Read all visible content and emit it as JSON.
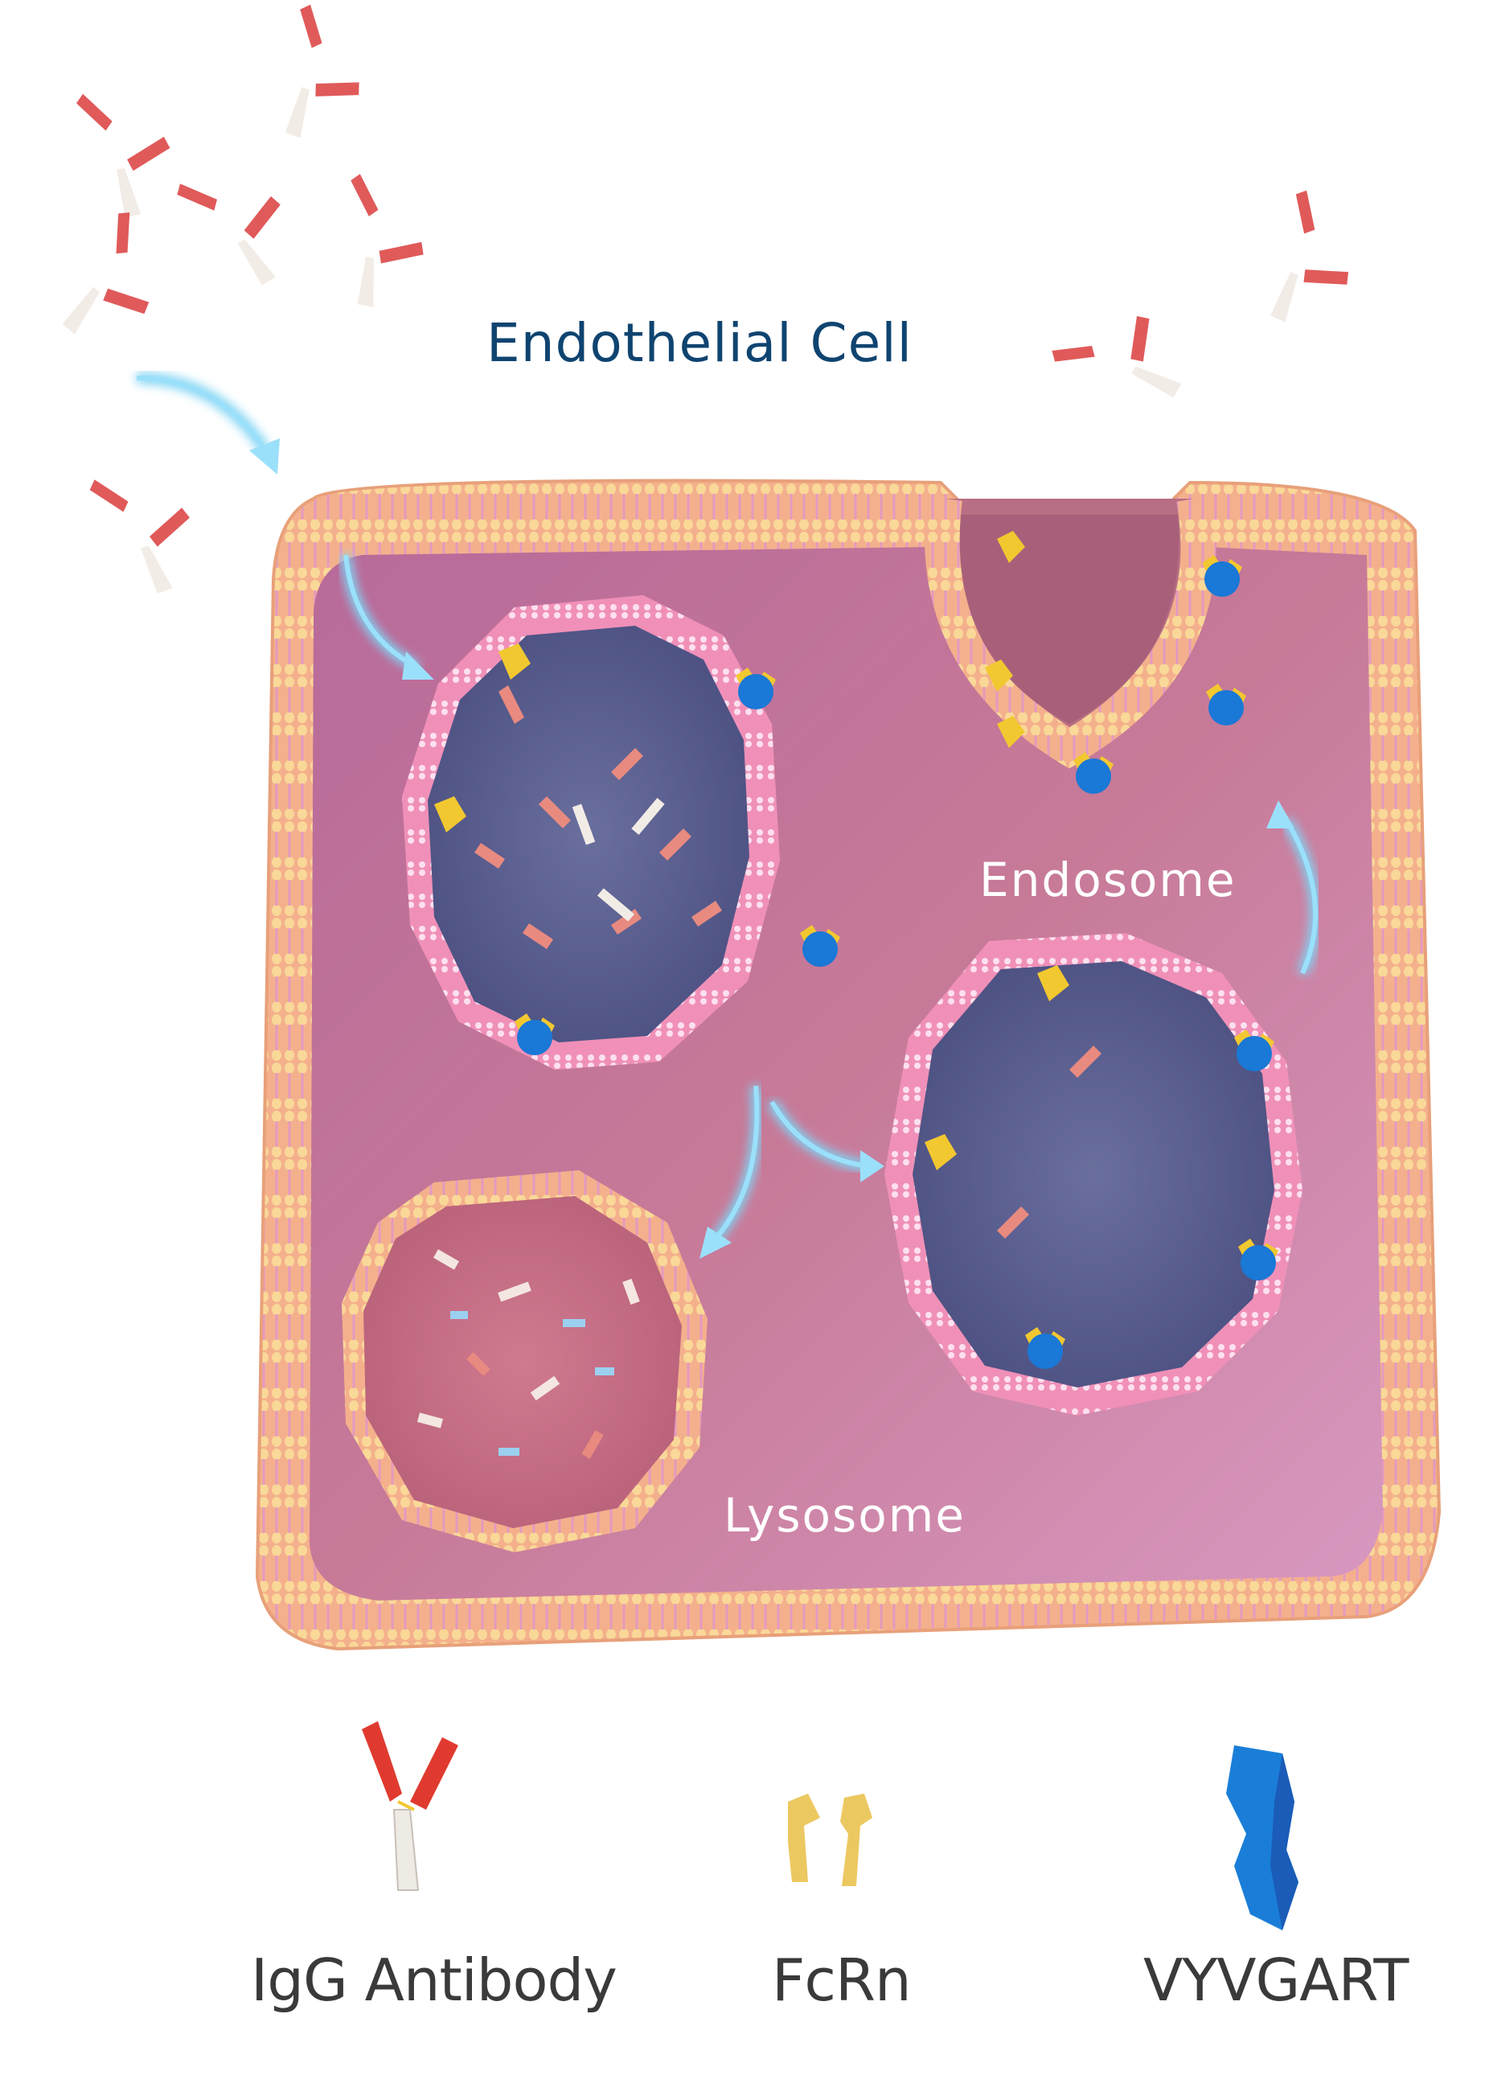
{
  "diagram": {
    "title": "Endothelial Cell",
    "compartments": [
      {
        "id": "endosome",
        "label": "Endosome"
      },
      {
        "id": "lysosome",
        "label": "Lysosome"
      }
    ],
    "legend": [
      {
        "id": "igg",
        "label": "IgG Antibody",
        "icon": "igg-antibody-icon"
      },
      {
        "id": "fcrn",
        "label": "FcRn",
        "icon": "fcrn-receptor-icon"
      },
      {
        "id": "vyvgart",
        "label": "VYVGART",
        "icon": "vyvgart-molecule-icon"
      }
    ],
    "colors": {
      "title": "#0f4470",
      "membrane_outer": "#f0a878",
      "cell_interior": "#c8789a",
      "vesicle_interior": "#5a5f8e",
      "vesicle_membrane": "#f08cb4",
      "igg_fab": "#e04848",
      "igg_fc": "#f2ece6",
      "fcrn": "#f2c830",
      "vyvgart": "#1a78d6",
      "arrow": "#7fd4f4",
      "legend_text": "#3a3a3a"
    }
  }
}
